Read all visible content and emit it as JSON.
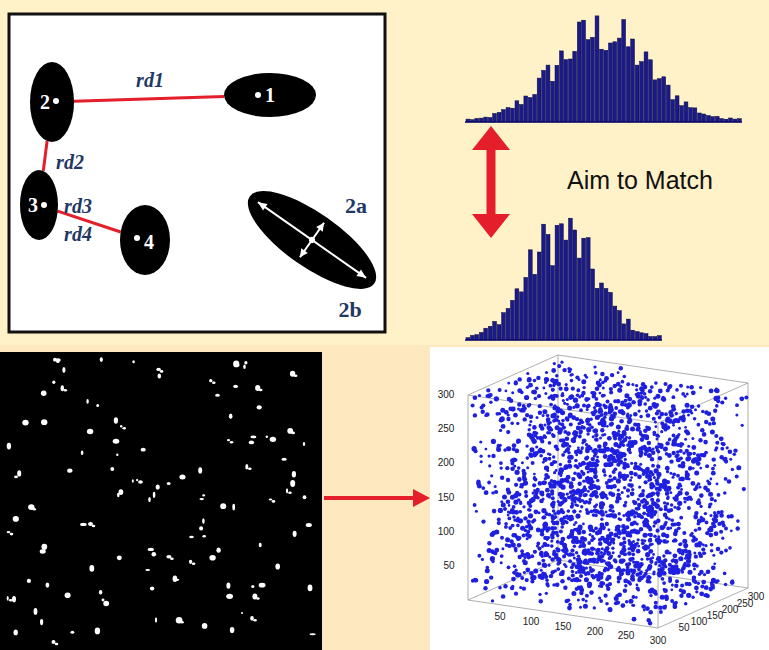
{
  "diagram": {
    "nodes": [
      {
        "text": [
          "1"
        ]
      },
      {
        "text": [
          "2"
        ]
      },
      {
        "text": [
          "3"
        ]
      },
      {
        "text": [
          "4"
        ]
      }
    ],
    "edges": [
      {
        "from": 1,
        "to": 0,
        "label": "rd1",
        "arrow": "none"
      },
      {
        "from": 1,
        "to": 2,
        "label": "rd2",
        "arrow": "none"
      },
      {
        "from": 2,
        "to": 3,
        "label": "rd3",
        "arrow": "none"
      }
    ],
    "labels": [
      "rd4",
      "2a",
      "2b",
      "Aim to Match",
      "300",
      "250",
      "200",
      "150",
      "100",
      "50",
      "50",
      "100",
      "150",
      "200",
      "250",
      "300",
      "50",
      "100",
      "150",
      "200",
      "250",
      "300"
    ]
  }
}
